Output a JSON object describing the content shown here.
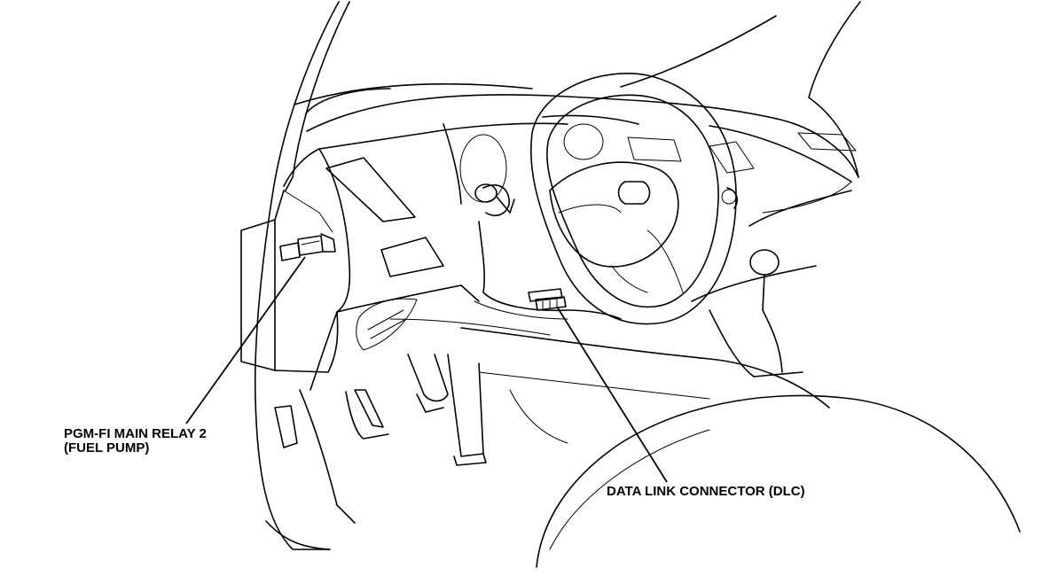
{
  "callouts": {
    "relay": {
      "line1": "PGM-FI MAIN RELAY 2",
      "line2": "(FUEL PUMP)"
    },
    "dlc": {
      "text": "DATA LINK CONNECTOR (DLC)"
    }
  },
  "colors": {
    "ink": "#000000",
    "paper": "#ffffff"
  }
}
